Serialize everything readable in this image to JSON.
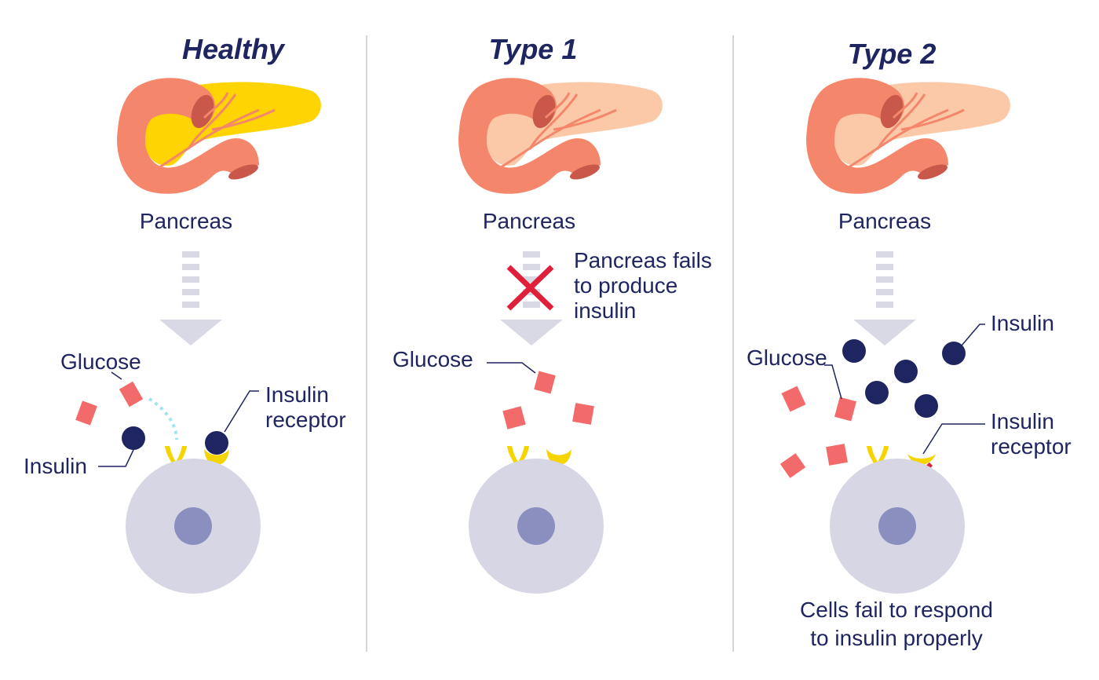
{
  "panels": [
    {
      "title": "Healthy",
      "pancreas_label": "Pancreas",
      "glucose_label": "Glucose",
      "insulin_label": "Insulin",
      "receptor_label_line1": "Insulin",
      "receptor_label_line2": "receptor"
    },
    {
      "title": "Type 1",
      "pancreas_label": "Pancreas",
      "fail_line1": "Pancreas fails",
      "fail_line2": "to produce",
      "fail_line3": "insulin",
      "glucose_label": "Glucose"
    },
    {
      "title": "Type 2",
      "pancreas_label": "Pancreas",
      "insulin_label": "Insulin",
      "glucose_label": "Glucose",
      "receptor_label_line1": "Insulin",
      "receptor_label_line2": "receptor",
      "caption_line1": "Cells fail to respond",
      "caption_line2": "to insulin properly"
    }
  ],
  "colors": {
    "text": "#1f2560",
    "pancreas_body": "#f4866b",
    "pancreas_dark": "#c9574a",
    "pancreas_healthy_tail": "#ffd400",
    "pancreas_pale_tail": "#fcc9a8",
    "glucose": "#f26a6a",
    "insulin": "#1f2560",
    "receptor": "#f5d400",
    "cell": "#d6d6e4",
    "nucleus": "#8b8fc0",
    "arrow": "#d9d9e6",
    "cross": "#e0203a",
    "divider": "#cccccc",
    "dotted": "#9fe6f0"
  }
}
